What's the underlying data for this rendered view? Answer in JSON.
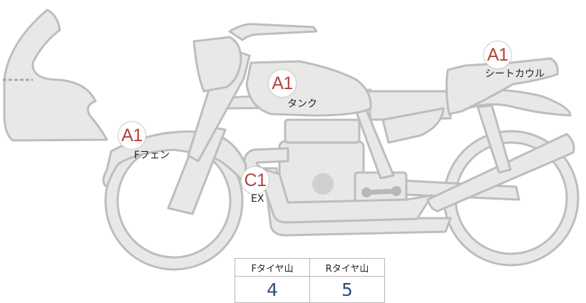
{
  "markers": {
    "seat_cowl": {
      "grade": "A1",
      "label": "シートカウル"
    },
    "tank": {
      "grade": "A1",
      "label": "タンク"
    },
    "front_fender": {
      "grade": "A1",
      "label": "Fフェン"
    },
    "exhaust": {
      "grade": "C1",
      "label": "EX"
    }
  },
  "tread_table": {
    "front_header": "Fタイヤ山",
    "rear_header": "Rタイヤ山",
    "front_value": "4",
    "rear_value": "5"
  },
  "colors": {
    "part_fill": "#e8e8e6",
    "part_stroke": "#bdbdbd",
    "grade_text": "#b3433c",
    "value_text": "#2f4a82"
  }
}
